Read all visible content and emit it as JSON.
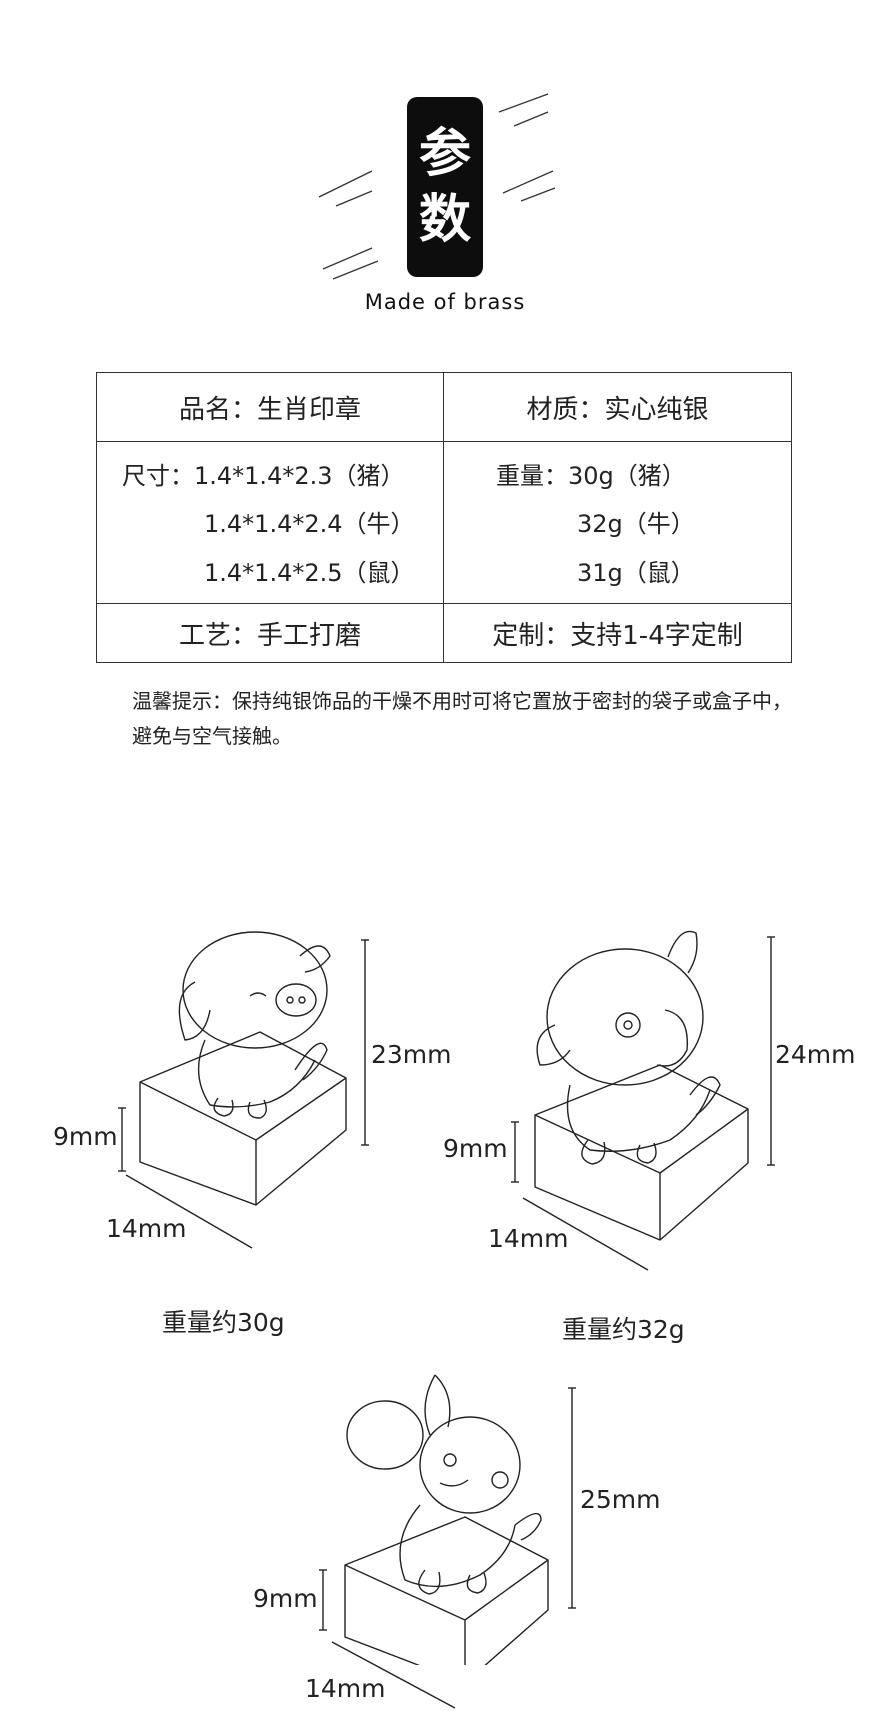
{
  "header": {
    "badge_char1": "参",
    "badge_char2": "数",
    "subtitle": "Made of brass"
  },
  "spec": {
    "name": "品名：生肖印章",
    "material": "材质：实心纯银",
    "size_line1": "尺寸：1.4*1.4*2.3（猪）",
    "size_line2": "1.4*1.4*2.4（牛）",
    "size_line3": "1.4*1.4*2.5（鼠）",
    "weight_line1": "重量：30g（猪）",
    "weight_line2": "32g（牛）",
    "weight_line3": "31g（鼠）",
    "craft": "工艺：手工打磨",
    "custom": "定制：支持1-4字定制"
  },
  "tip": "温馨提示：保持纯银饰品的干燥不用时可将它置放于密封的袋子或盒子中，避免与空气接触。",
  "figures": {
    "pig": {
      "height": "23mm",
      "base_height": "9mm",
      "width": "14mm",
      "weight": "重量约30g"
    },
    "ox": {
      "height": "24mm",
      "base_height": "9mm",
      "width": "14mm",
      "weight": "重量约32g"
    },
    "rat": {
      "height": "25mm",
      "base_height": "9mm",
      "width": "14mm"
    }
  }
}
